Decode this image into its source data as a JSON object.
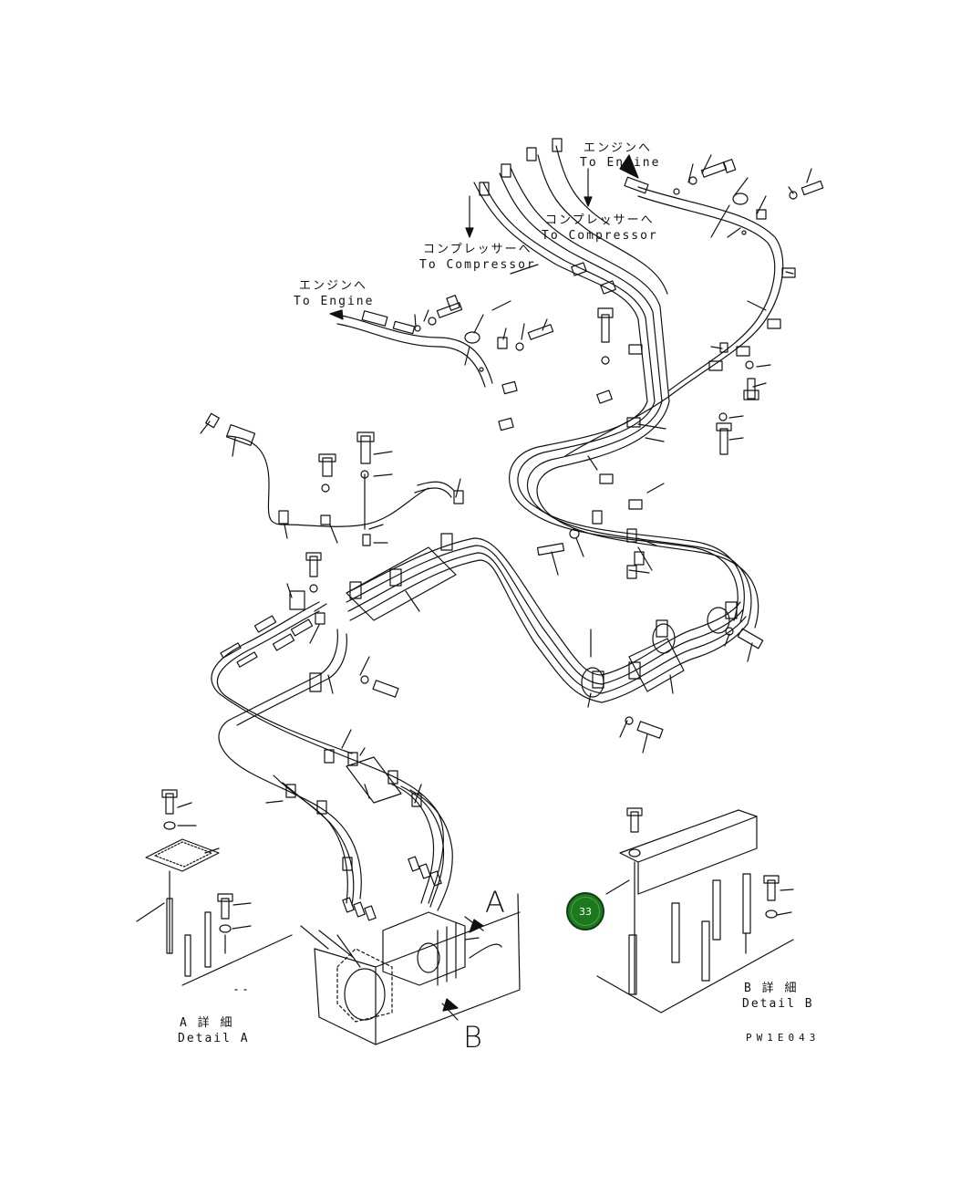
{
  "labels": {
    "engine_right_jp": "エンジンへ",
    "engine_right_en": "To Engine",
    "compressor_right_jp": "コンプレッサーへ",
    "compressor_right_en": "To Compressor",
    "compressor_left_jp": "コンプレッサーへ",
    "compressor_left_en": "To Compressor",
    "engine_left_jp": "エンジンへ",
    "engine_left_en": "To Engine",
    "detail_a_jp": "A 詳 細",
    "detail_a_en": "Detail A",
    "detail_b_jp": "B 詳 細",
    "detail_b_en": "Detail B",
    "view_a": "A",
    "view_b": "B",
    "drawing_code": "PW1E043"
  },
  "badge": {
    "number": "33",
    "color": "#1c7a1c"
  },
  "line_color": "#111111"
}
